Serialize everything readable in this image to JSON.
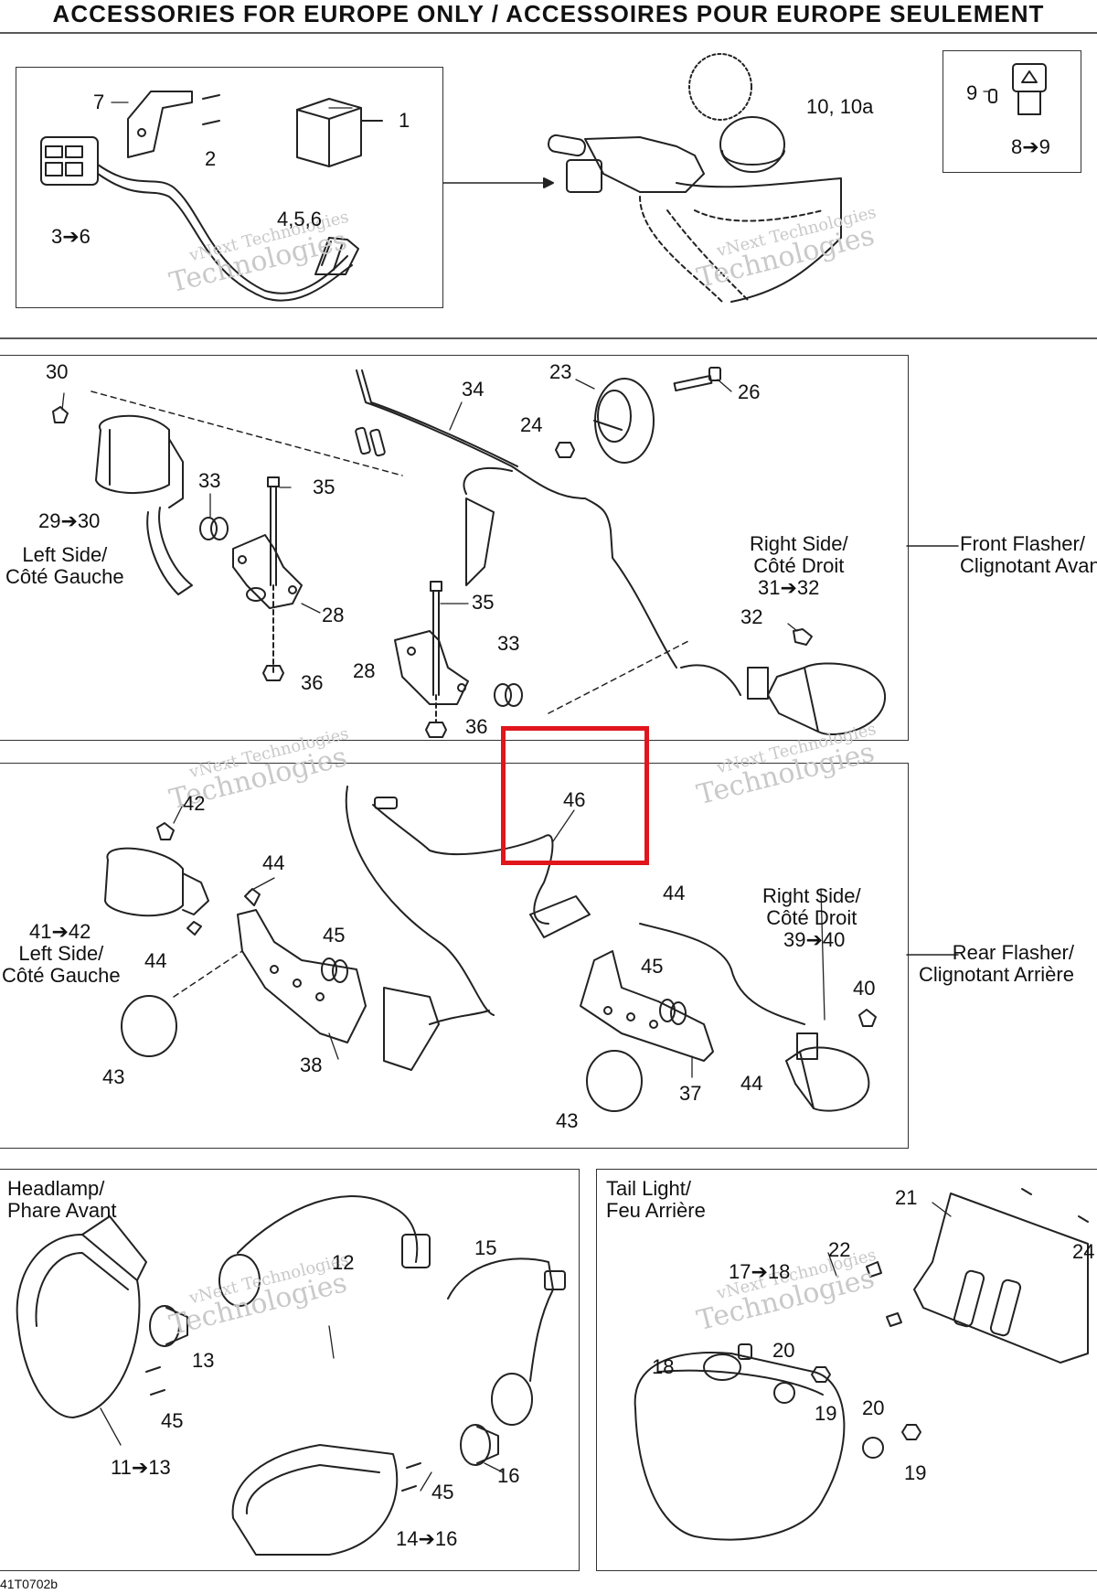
{
  "title": "ACCESSORIES FOR EUROPE ONLY / ACCESSOIRES POUR EUROPE SEULEMENT",
  "drawing_code": "41T0702b",
  "watermark": {
    "line1": "vNext Technologies",
    "line2": "Technologies"
  },
  "highlight": {
    "color": "#e0161c",
    "target_label": "46"
  },
  "sections": {
    "front_flasher": [
      "Front Flasher/",
      "Clignotant Avant"
    ],
    "rear_flasher": [
      "Rear Flasher/",
      "Clignotant Arrière"
    ],
    "headlamp": [
      "Headlamp/",
      "Phare Avant"
    ],
    "tail_light": [
      "Tail Light/",
      "Feu Arrière"
    ],
    "left_side_front": [
      "Left Side/",
      "Côté Gauche"
    ],
    "right_side_front": [
      "Right Side/",
      "Côté Droit"
    ],
    "left_side_rear": [
      "Left Side/",
      "Côté Gauche"
    ],
    "right_side_rear": [
      "Right Side/",
      "Côté Droit"
    ]
  },
  "callouts": {
    "p1": [
      "7",
      "1",
      "2",
      "3➔6",
      "4,5,6",
      "10, 10a",
      "9",
      "8➔9"
    ],
    "front": [
      "30",
      "29➔30",
      "33",
      "35",
      "28",
      "36",
      "34",
      "23",
      "24",
      "26",
      "35",
      "33",
      "28",
      "36",
      "31➔32",
      "32"
    ],
    "rear": [
      "42",
      "44",
      "41➔42",
      "44",
      "45",
      "43",
      "38",
      "46",
      "44",
      "39➔40",
      "45",
      "40",
      "37",
      "44",
      "43"
    ],
    "head": [
      "12",
      "15",
      "13",
      "45",
      "11➔13",
      "45",
      "16",
      "14➔16"
    ],
    "tail": [
      "21",
      "22",
      "24",
      "17➔18",
      "20",
      "18",
      "19",
      "20",
      "19"
    ]
  }
}
